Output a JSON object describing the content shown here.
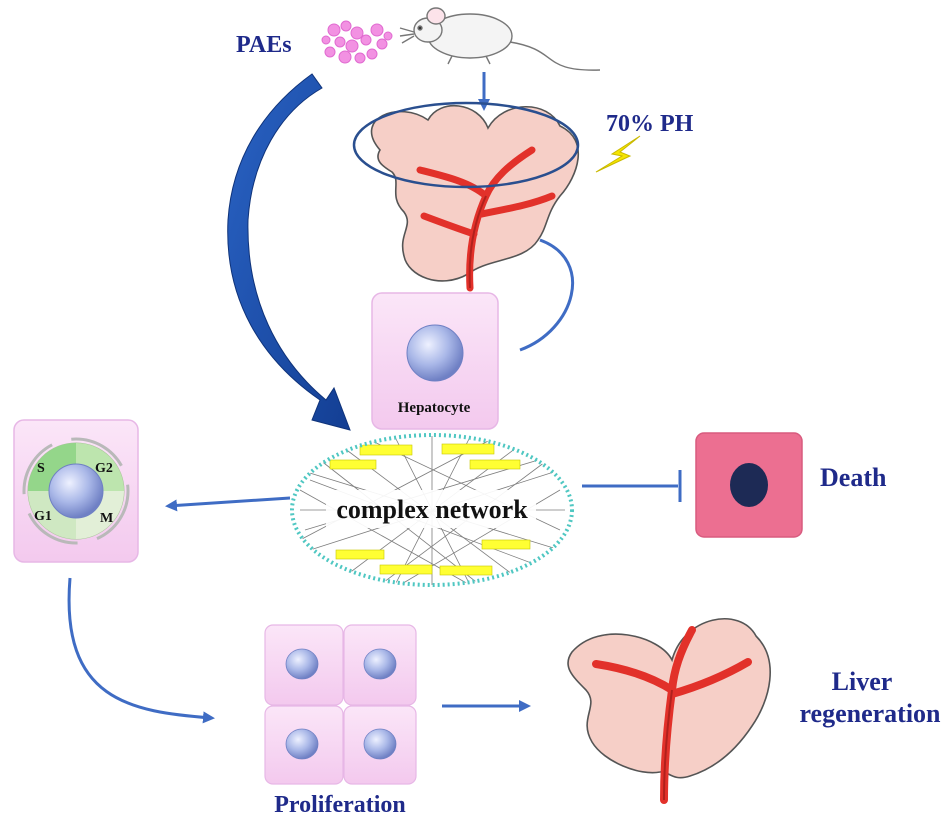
{
  "labels": {
    "paes": "PAEs",
    "ph": "70% PH",
    "hepatocyte": "Hepatocyte",
    "network": "complex network",
    "death": "Death",
    "proliferation": "Proliferation",
    "liver_regeneration_line1": "Liver",
    "liver_regeneration_line2": "regeneration"
  },
  "cell_cycle_phases": [
    "S",
    "G2",
    "G1",
    "M"
  ],
  "colors": {
    "label_blue": "#1f2a8a",
    "arrow_blue": "#3f6cc4",
    "big_arrow": "#1e4fa8",
    "cell_pink": "#f7d8f2",
    "nucleus": "#aab8e8",
    "death_cell": "#ec6f91",
    "death_nucleus": "#1d2a55",
    "liver": "#f6cfc7",
    "vessel": "#e2312a",
    "bolt": "#f5e500",
    "paes_dots": "#f291e2",
    "network_ring": "#4fc7c2",
    "network_node": "#ffff33"
  },
  "icons": [
    "mouse-icon",
    "lightning-bolt-icon",
    "liver-icon",
    "cell-icon",
    "inhibition-bar-icon"
  ]
}
